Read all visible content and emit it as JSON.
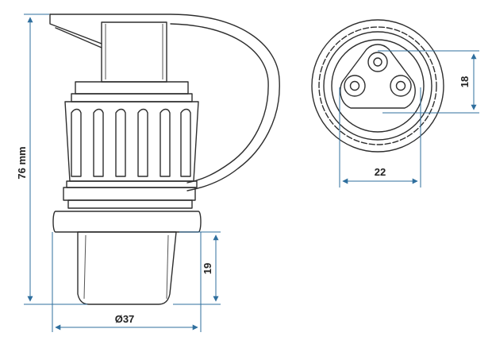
{
  "dimensions": {
    "height_label": "76 mm",
    "diameter_label": "Ø37",
    "lower_height_label": "19",
    "width_label": "22",
    "socket_height_label": "18"
  },
  "colors": {
    "line": "#2e2e2e",
    "dimension": "#2f6f9e",
    "background": "#ffffff"
  }
}
